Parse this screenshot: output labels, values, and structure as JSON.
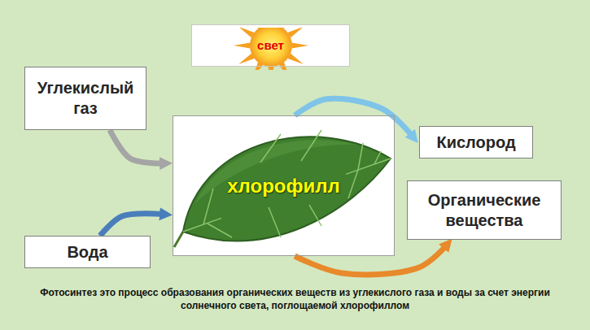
{
  "diagram": {
    "caption": "Фотосинтез это процесс образования органических веществ из углекислого газа и воды за счет энергии солнечного света, поглощаемой хлорофиллом",
    "nodes": [
      {
        "text": [
          "свет"
        ]
      },
      {
        "text": [
          "Углекислый газ"
        ]
      },
      {
        "text": [
          "хлорофилл"
        ]
      },
      {
        "text": [
          "Кислород"
        ]
      },
      {
        "text": [
          "Органические вещества"
        ]
      },
      {
        "text": [
          "Вода"
        ]
      }
    ],
    "edges": [
      {
        "from": 1,
        "to": 2,
        "arrow": "to"
      },
      {
        "from": 5,
        "to": 2,
        "arrow": "to"
      },
      {
        "from": 2,
        "to": 3,
        "arrow": "to"
      },
      {
        "from": 2,
        "to": 4,
        "arrow": "to"
      }
    ]
  }
}
